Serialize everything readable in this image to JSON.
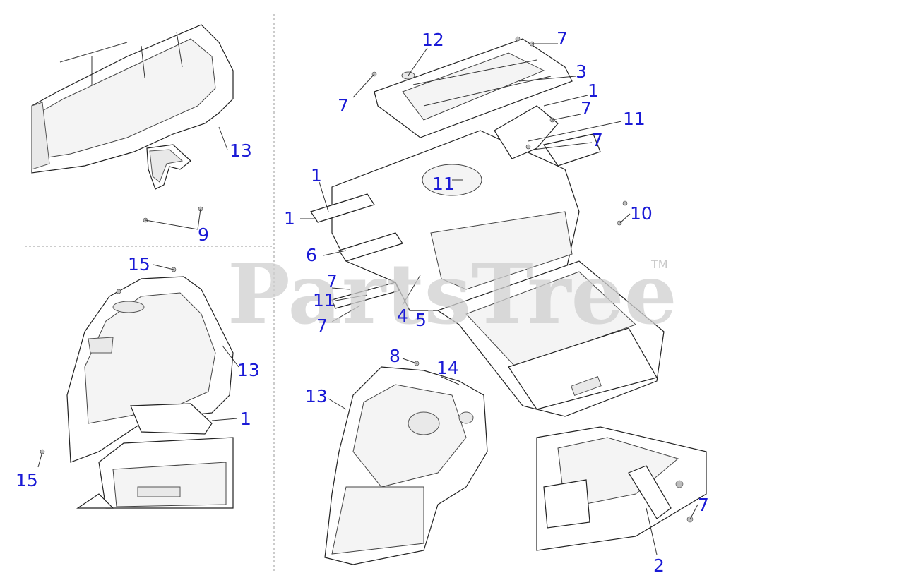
{
  "watermark": {
    "brand": "PartsTree",
    "trademark": "TM"
  },
  "colors": {
    "callout": "#1a1ad6",
    "linework": "#222222",
    "watermark": "#cfcfcf"
  },
  "callouts": [
    {
      "id": "c-12",
      "label": "12"
    },
    {
      "id": "c-7a",
      "label": "7"
    },
    {
      "id": "c-3",
      "label": "3"
    },
    {
      "id": "c-1a",
      "label": "1"
    },
    {
      "id": "c-7b",
      "label": "7"
    },
    {
      "id": "c-7c",
      "label": "7"
    },
    {
      "id": "c-11a",
      "label": "11"
    },
    {
      "id": "c-7d",
      "label": "7"
    },
    {
      "id": "c-11b",
      "label": "11"
    },
    {
      "id": "c-1b",
      "label": "1"
    },
    {
      "id": "c-1c",
      "label": "1"
    },
    {
      "id": "c-10",
      "label": "10"
    },
    {
      "id": "c-6",
      "label": "6"
    },
    {
      "id": "c-7e",
      "label": "7"
    },
    {
      "id": "c-11c",
      "label": "11"
    },
    {
      "id": "c-7f",
      "label": "7"
    },
    {
      "id": "c-4",
      "label": "4"
    },
    {
      "id": "c-5",
      "label": "5"
    },
    {
      "id": "c-13a",
      "label": "13"
    },
    {
      "id": "c-9",
      "label": "9"
    },
    {
      "id": "c-15a",
      "label": "15"
    },
    {
      "id": "c-13b",
      "label": "13"
    },
    {
      "id": "c-1d",
      "label": "1"
    },
    {
      "id": "c-15b",
      "label": "15"
    },
    {
      "id": "c-8",
      "label": "8"
    },
    {
      "id": "c-14",
      "label": "14"
    },
    {
      "id": "c-13c",
      "label": "13"
    },
    {
      "id": "c-7g",
      "label": "7"
    },
    {
      "id": "c-2",
      "label": "2"
    }
  ]
}
